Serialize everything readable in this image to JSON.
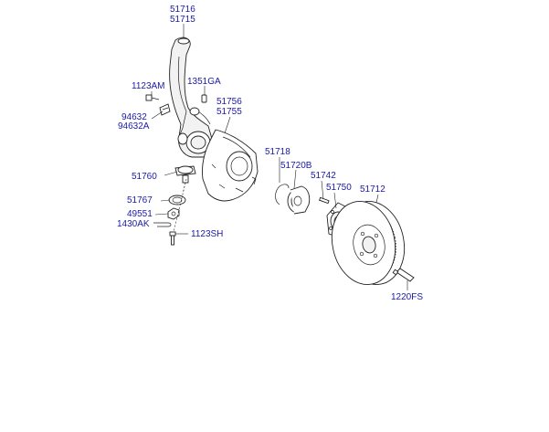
{
  "parts": {
    "p51716": "51716",
    "p51715": "51715",
    "p1123AM": "1123AM",
    "p1351GA": "1351GA",
    "p94632": "94632",
    "p94632A": "94632A",
    "p51756": "51756",
    "p51755": "51755",
    "p51718": "51718",
    "p51720B": "51720B",
    "p51760": "51760",
    "p51742": "51742",
    "p51750": "51750",
    "p51712": "51712",
    "p51767": "51767",
    "p49551": "49551",
    "p1430AK": "1430AK",
    "p1123SH": "1123SH",
    "p1220FS": "1220FS"
  },
  "colors": {
    "label": "#1a1aa8",
    "line": "#222222"
  }
}
